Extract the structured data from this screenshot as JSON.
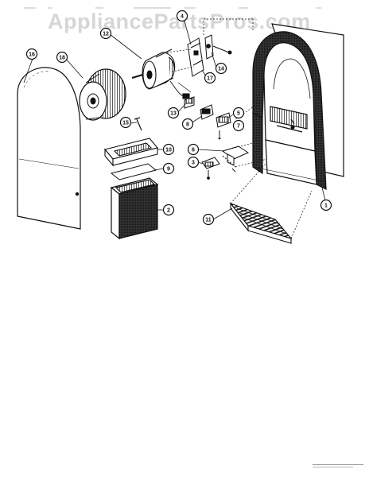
{
  "watermark": "AppliancePartsPros.com",
  "callouts": [
    {
      "id": "c1",
      "label": "1"
    },
    {
      "id": "c2",
      "label": "2"
    },
    {
      "id": "c3",
      "label": "3"
    },
    {
      "id": "c4",
      "label": "4"
    },
    {
      "id": "c5",
      "label": "5"
    },
    {
      "id": "c6",
      "label": "6"
    },
    {
      "id": "c7",
      "label": "7"
    },
    {
      "id": "c8",
      "label": "8"
    },
    {
      "id": "c9",
      "label": "9"
    },
    {
      "id": "c10",
      "label": "10"
    },
    {
      "id": "c11",
      "label": "11"
    },
    {
      "id": "c13",
      "label": "13"
    },
    {
      "id": "c14",
      "label": "14"
    },
    {
      "id": "c15",
      "label": "15"
    },
    {
      "id": "c16",
      "label": "16"
    },
    {
      "id": "c17",
      "label": "17"
    },
    {
      "id": "c18",
      "label": "18"
    },
    {
      "id": "c12",
      "label": "12"
    }
  ],
  "colors": {
    "ink": "#111111",
    "watermark": "#d6d6d6"
  }
}
